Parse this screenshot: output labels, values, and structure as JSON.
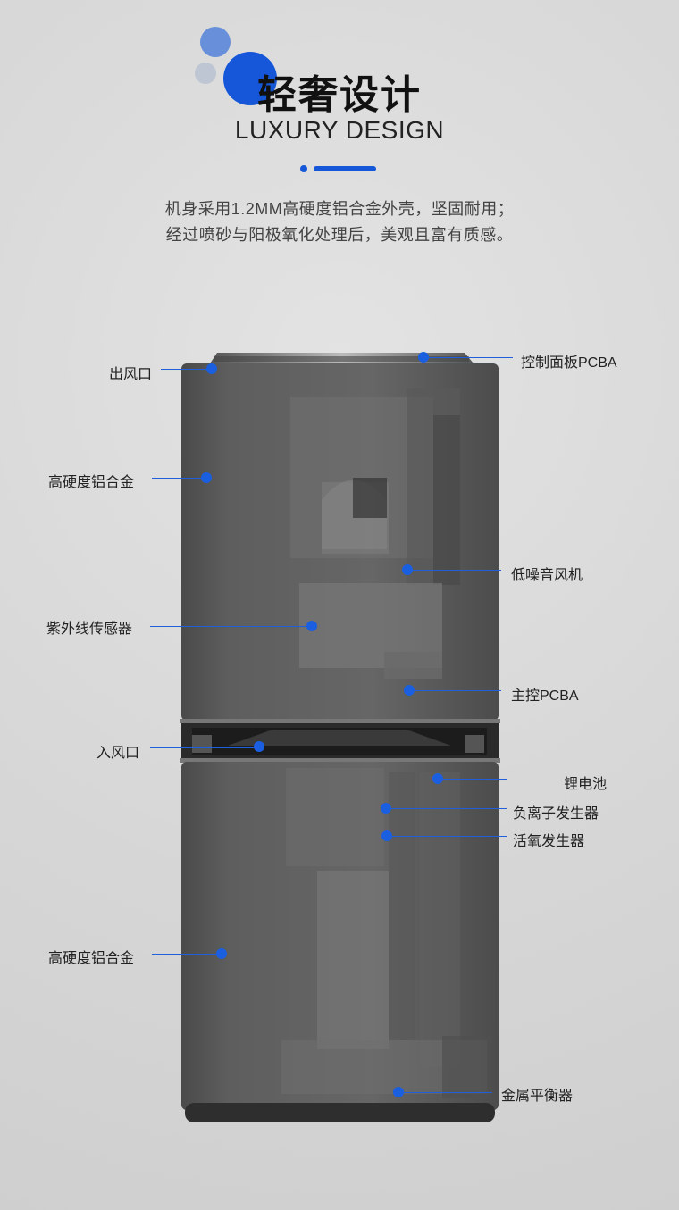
{
  "header": {
    "title": "轻奢设计",
    "subtitle": "LUXURY DESIGN",
    "description_line1": "机身采用1.2MM高硬度铝合金外壳，坚固耐用；",
    "description_line2": "经过喷砂与阳极氧化处理后，美观且富有质感。",
    "accent_color": "#1557d8"
  },
  "labels": {
    "outlet": "出风口",
    "control_panel": "控制面板PCBA",
    "alloy_top": "高硬度铝合金",
    "fan": "低噪音风机",
    "uv_sensor": "紫外线传感器",
    "main_pcba": "主控PCBA",
    "inlet": "入风口",
    "battery": "锂电池",
    "ion_generator": "负离子发生器",
    "oxygen_generator": "活氧发生器",
    "alloy_bottom": "高硬度铝合金",
    "balancer": "金属平衡器"
  }
}
